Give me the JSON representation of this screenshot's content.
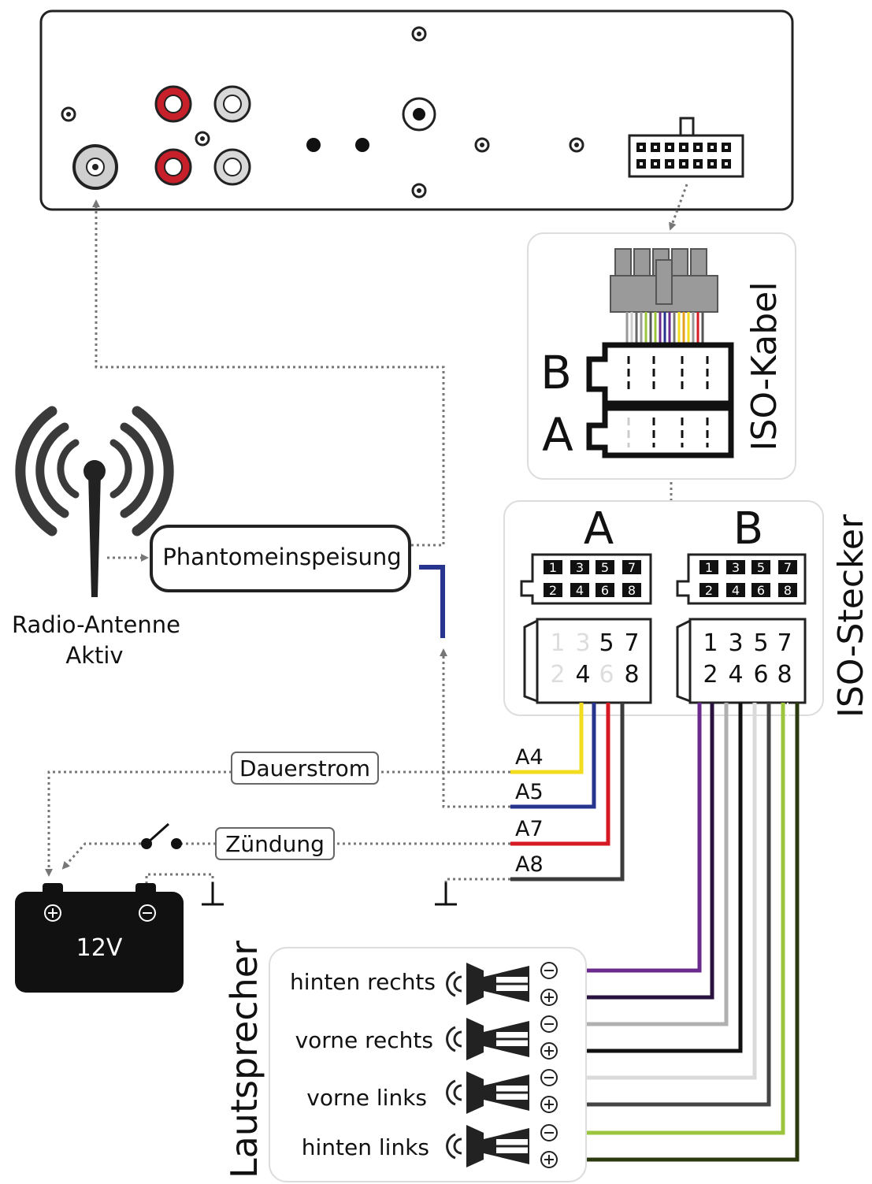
{
  "antenna": {
    "label_line1": "Radio-Antenne",
    "label_line2": "Aktiv"
  },
  "phantom": {
    "label": "Phantomeinspeisung"
  },
  "iso_cable": {
    "title": "ISO-Kabel",
    "label_b": "B",
    "label_a": "A"
  },
  "iso_plug": {
    "title": "ISO-Stecker",
    "label_a": "A",
    "label_b": "B",
    "pin_row_top": [
      "1",
      "3",
      "5",
      "7"
    ],
    "pin_row_bottom": [
      "2",
      "4",
      "6",
      "8"
    ]
  },
  "wires": {
    "a4": "A4",
    "a5": "A5",
    "a7": "A7",
    "a8": "A8"
  },
  "power": {
    "constant": "Dauerstrom",
    "ignition": "Zündung"
  },
  "battery": {
    "label": "12V"
  },
  "speakers": {
    "title": "Lautsprecher",
    "items": [
      {
        "label": "hinten rechts"
      },
      {
        "label": "vorne rechts"
      },
      {
        "label": "vorne links"
      },
      {
        "label": "hinten links"
      }
    ]
  },
  "colors": {
    "yellow": "#f2dc1e",
    "blue": "#27358f",
    "red": "#d51a23",
    "dark": "#3b3b3b",
    "purple": "#6a2a8e",
    "gray": "#b8b8b8",
    "green": "#9bc53d",
    "rca_red": "#c8202a"
  }
}
